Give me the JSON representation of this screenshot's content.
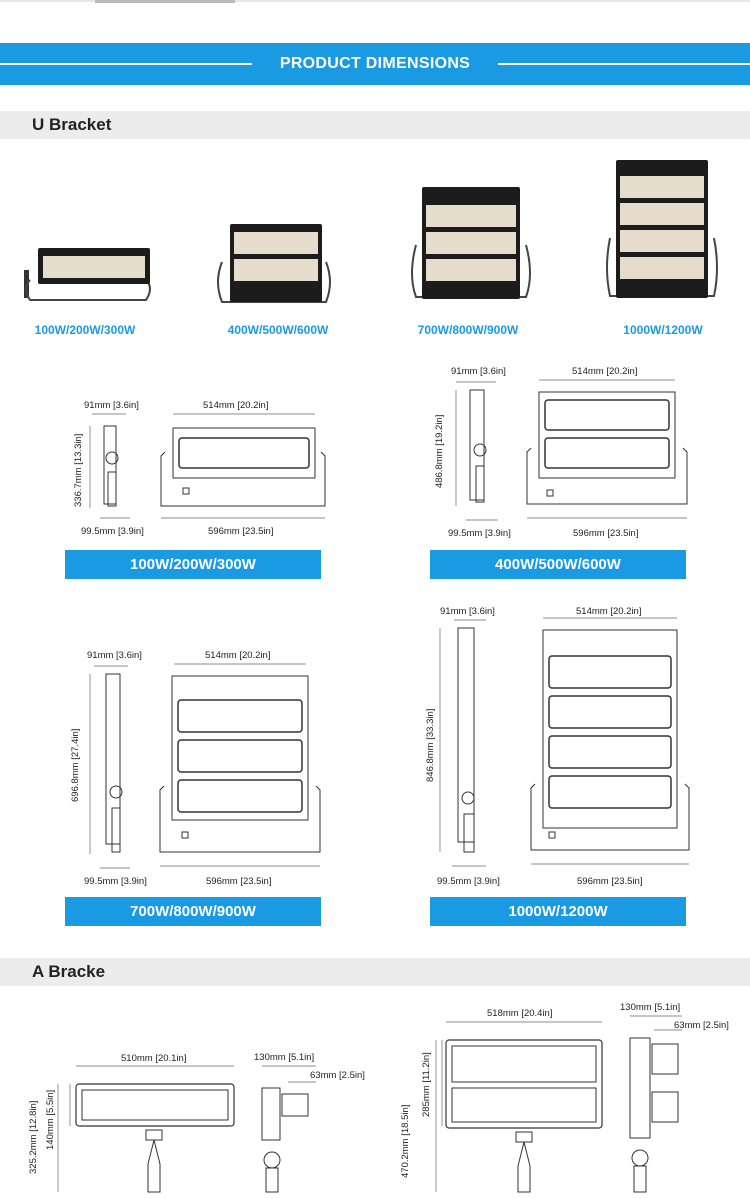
{
  "banner": {
    "title": "PRODUCT DIMENSIONS"
  },
  "sections": {
    "u_bracket": "U Bracket",
    "a_bracket": "A Bracke"
  },
  "models": [
    {
      "label": "100W/200W/300W",
      "modules": 1
    },
    {
      "label": "400W/500W/600W",
      "modules": 2
    },
    {
      "label": "700W/800W/900W",
      "modules": 3
    },
    {
      "label": "1000W/1200W",
      "modules": 4
    }
  ],
  "drawings": [
    {
      "label": "100W/200W/300W",
      "side_width": "91mm [3.6in]",
      "front_width": "514mm [20.2in]",
      "height": "336.7mm [13.3in]",
      "base": "99.5mm [3.9in]",
      "overall_width": "596mm [23.5in]"
    },
    {
      "label": "400W/500W/600W",
      "side_width": "91mm [3.6in]",
      "front_width": "514mm [20.2in]",
      "height": "486.8mm [19.2in]",
      "base": "99.5mm [3.9in]",
      "overall_width": "596mm [23.5in]"
    },
    {
      "label": "700W/800W/900W",
      "side_width": "91mm [3.6in]",
      "front_width": "514mm [20.2in]",
      "height": "696.8mm [27.4in]",
      "base": "99.5mm [3.9in]",
      "overall_width": "596mm [23.5in]"
    },
    {
      "label": "1000W/1200W",
      "side_width": "91mm [3.6in]",
      "front_width": "514mm [20.2in]",
      "height": "846.8mm [33.3in]",
      "base": "99.5mm [3.9in]",
      "overall_width": "596mm [23.5in]"
    }
  ],
  "a_bracket": {
    "left": {
      "front_width": "510mm [20.1in]",
      "height_total": "325.2mm [12.8in]",
      "height_module": "140mm [5.5in]",
      "side_width": "130mm [5.1in]",
      "side_depth": "63mm [2.5in]"
    },
    "right": {
      "front_width": "518mm [20.4in]",
      "height_total": "470.2mm [18.5in]",
      "height_module": "285mm [11.2in]",
      "side_width": "130mm [5.1in]",
      "side_depth": "63mm [2.5in]"
    }
  }
}
